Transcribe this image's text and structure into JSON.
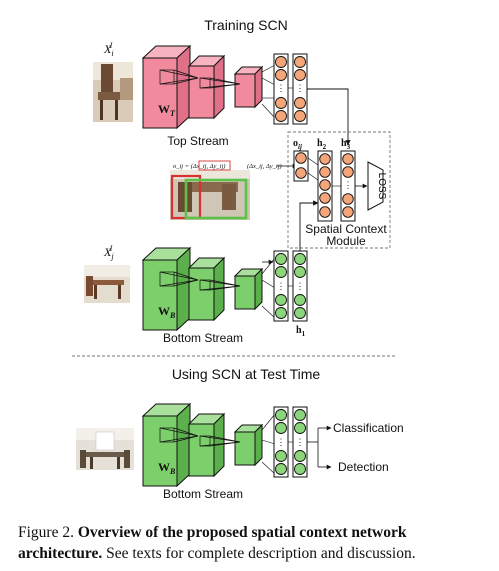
{
  "training_title": "Training SCN",
  "test_title": "Using SCN at Test Time",
  "top_stream_label": "Top Stream",
  "bottom_stream_label": "Bottom Stream",
  "bottom_stream_label_test": "Bottom Stream",
  "input_top": "X",
  "input_top_sub": "i",
  "input_top_sup": "I",
  "input_bottom": "X",
  "input_bottom_sub": "j",
  "input_bottom_sup": "I",
  "weight_top": "W",
  "weight_top_sub": "T",
  "weight_bottom": "W",
  "weight_bottom_sub": "B",
  "weight_test": "W",
  "weight_test_sub": "B",
  "o_ij_label": "o",
  "o_ij_sub": "ij",
  "h2_label": "h",
  "h2_sub": "2",
  "h3_label": "h",
  "h3_sub": "3",
  "h1_label": "h",
  "h1_sub": "1",
  "offset_formula": "o_ij = (Δx_ij, Δy_ij)",
  "offset_sub": "(Δx_ij, Δy_ij)",
  "loss_label": "LOSS",
  "module_label_line1": "Spatial Context",
  "module_label_line2": "Module",
  "classification_label": "Classification",
  "detection_label": "Detection",
  "caption_prefix": "Figure 2.",
  "caption_bold": "Overview of the proposed spatial context network architecture.",
  "caption_rest": "See texts for complete description and discussion.",
  "colors": {
    "top_stream": "#f08a9c",
    "bottom_stream": "#7ccf6a",
    "neuron": "#f5a679",
    "neuron_bottom": "#8bd67a",
    "crop_red": "#d93030",
    "crop_green": "#5cc24a"
  }
}
